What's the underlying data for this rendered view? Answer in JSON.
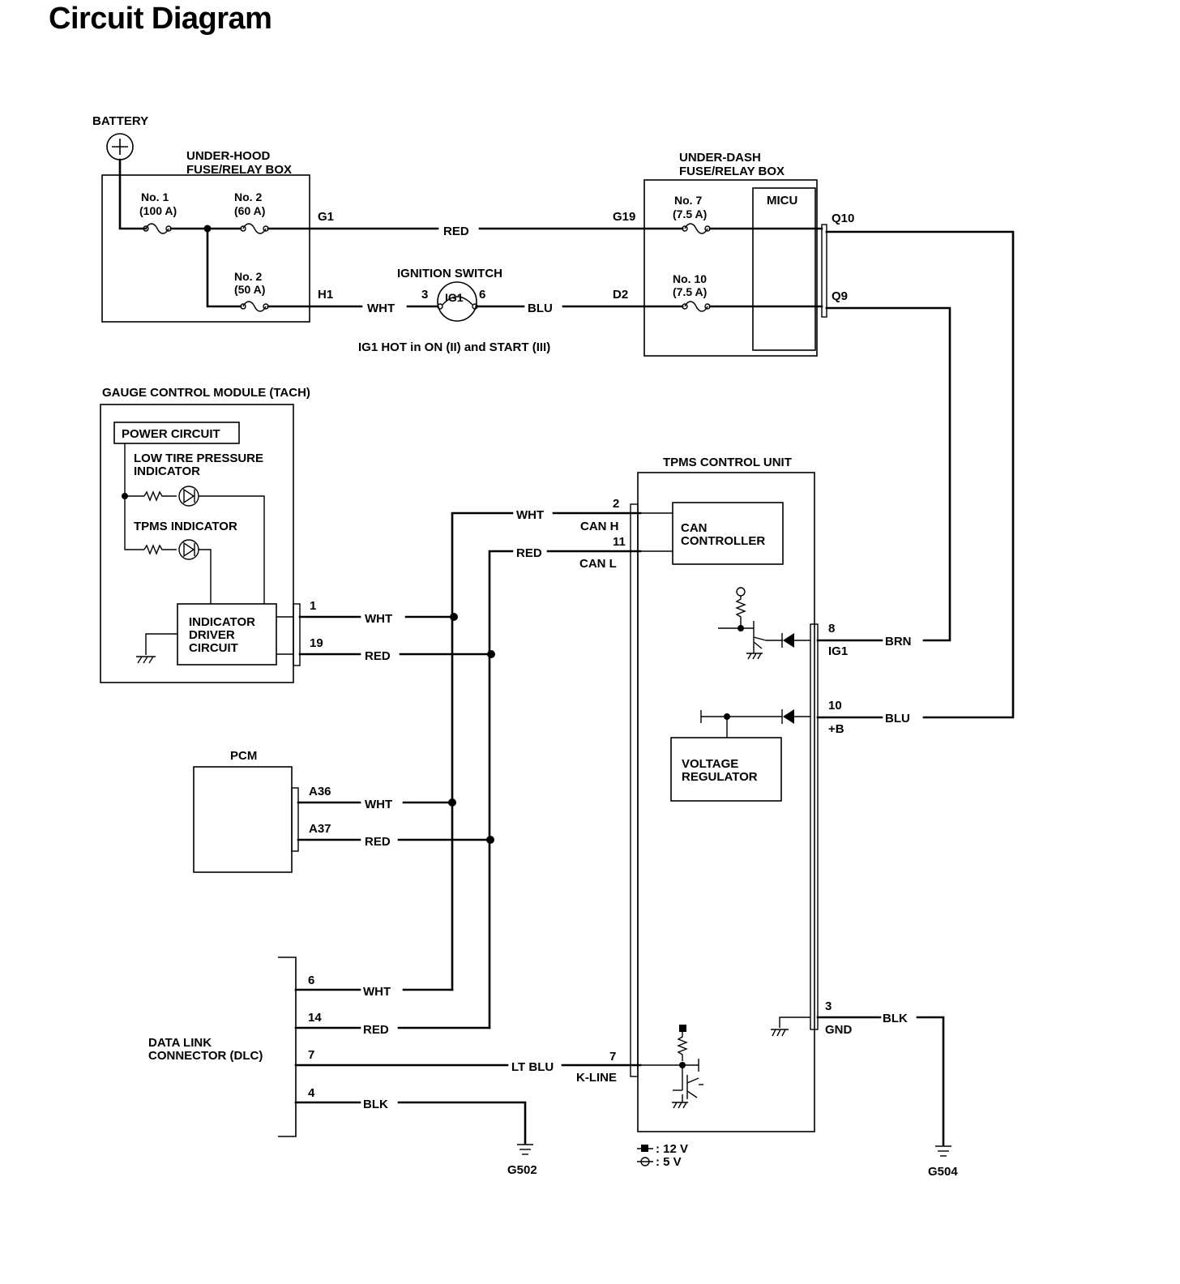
{
  "title": "Circuit Diagram",
  "battery": {
    "label": "BATTERY"
  },
  "underhood": {
    "title_l1": "UNDER-HOOD",
    "title_l2": "FUSE/RELAY BOX",
    "fuse1_l1": "No. 1",
    "fuse1_l2": "(100 A)",
    "fuse2_l1": "No. 2",
    "fuse2_l2": "(60 A)",
    "fuse3_l1": "No. 2",
    "fuse3_l2": "(50 A)",
    "pin_g1": "G1",
    "pin_h1": "H1"
  },
  "ignition": {
    "title": "IGNITION SWITCH",
    "pin_in": "3",
    "pin_out": "6",
    "contact": "IG1",
    "note": "IG1 HOT in ON (II) and START (III)"
  },
  "underdash": {
    "title_l1": "UNDER-DASH",
    "title_l2": "FUSE/RELAY BOX",
    "micu": "MICU",
    "fuse7_l1": "No. 7",
    "fuse7_l2": "(7.5 A)",
    "fuse10_l1": "No. 10",
    "fuse10_l2": "(7.5 A)",
    "pin_g19": "G19",
    "pin_d2": "D2",
    "pin_q10": "Q10",
    "pin_q9": "Q9"
  },
  "gauge": {
    "title": "GAUGE CONTROL MODULE (TACH)",
    "power_circuit": "POWER CIRCUIT",
    "low_tire_l1": "LOW TIRE PRESSURE",
    "low_tire_l2": "INDICATOR",
    "tpms_indicator": "TPMS INDICATOR",
    "driver_l1": "INDICATOR",
    "driver_l2": "DRIVER",
    "driver_l3": "CIRCUIT",
    "pin_1": "1",
    "pin_19": "19"
  },
  "pcm": {
    "title": "PCM",
    "pin_a36": "A36",
    "pin_a37": "A37"
  },
  "dlc": {
    "title_l1": "DATA LINK",
    "title_l2": "CONNECTOR (DLC)",
    "pin_6": "6",
    "pin_14": "14",
    "pin_7": "7",
    "pin_4": "4"
  },
  "tpms": {
    "title": "TPMS CONTROL UNIT",
    "can_l1": "CAN",
    "can_l2": "CONTROLLER",
    "vreg_l1": "VOLTAGE",
    "vreg_l2": "REGULATOR",
    "pin_2": "2",
    "can_h": "CAN H",
    "pin_11": "11",
    "can_l": "CAN L",
    "pin_7": "7",
    "k_line": "K-LINE",
    "pin_8": "8",
    "ig1": "IG1",
    "pin_10": "10",
    "plus_b": "+B",
    "pin_3": "3",
    "gnd": "GND"
  },
  "wires": {
    "red_g1": "RED",
    "wht_h1": "WHT",
    "blu_d2": "BLU",
    "wht_can": "WHT",
    "red_can": "RED",
    "wht_gauge": "WHT",
    "red_gauge": "RED",
    "wht_pcm": "WHT",
    "red_pcm": "RED",
    "wht_dlc": "WHT",
    "red_dlc": "RED",
    "ltblu_dlc": "LT BLU",
    "blk_dlc": "BLK",
    "brn_ig1": "BRN",
    "blu_b": "BLU",
    "blk_gnd": "BLK"
  },
  "grounds": {
    "g502": "G502",
    "g504": "G504"
  },
  "legend": {
    "v12": ": 12 V",
    "v5": ": 5 V"
  }
}
